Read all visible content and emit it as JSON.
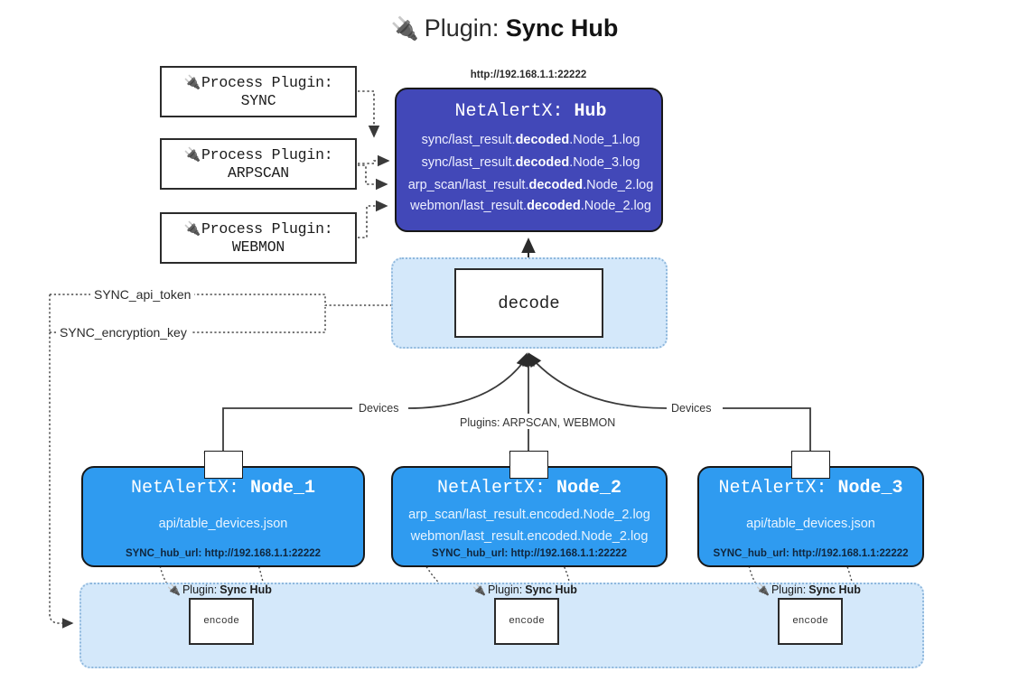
{
  "title": {
    "icon": "plug-icon",
    "prefix": "Plugin:",
    "name": "Sync Hub",
    "glyph": "🔌"
  },
  "process_plugins": [
    {
      "icon": "plug-icon",
      "line1": "Process Plugin:",
      "line2": "SYNC"
    },
    {
      "icon": "plug-icon",
      "line1": "Process Plugin:",
      "line2": "ARPSCAN"
    },
    {
      "icon": "plug-icon",
      "line1": "Process Plugin:",
      "line2": "WEBMON"
    }
  ],
  "hub": {
    "url": "http://192.168.1.1:22222",
    "app": "NetAlertX:",
    "name": "Hub",
    "rows": [
      {
        "pre": "sync/last_result.",
        "em": "decoded",
        "post": ".Node_1.log"
      },
      {
        "pre": "sync/last_result.",
        "em": "decoded",
        "post": ".Node_3.log"
      },
      {
        "pre": "arp_scan/last_result.",
        "em": "decoded",
        "post": ".Node_2.log"
      },
      {
        "pre": "webmon/last_result.",
        "em": "decoded",
        "post": ".Node_2.log"
      }
    ]
  },
  "decode": {
    "label": "decode"
  },
  "keys": {
    "api_token": "SYNC_api_token",
    "encryption_key": "SYNC_encryption_key"
  },
  "edge_labels": {
    "devices_left": "Devices",
    "devices_right": "Devices",
    "plugins_center": "Plugins: ARPSCAN, WEBMON"
  },
  "nodes": [
    {
      "app": "NetAlertX:",
      "name": "Node_1",
      "lines": [
        "api/table_devices.json"
      ],
      "url_key": "SYNC_hub_url:",
      "url_value": "http://192.168.1.1:22222",
      "envelope": "envelope-icon"
    },
    {
      "app": "NetAlertX:",
      "name": "Node_2",
      "lines": [
        "arp_scan/last_result.encoded.Node_2.log",
        "webmon/last_result.encoded.Node_2.log"
      ],
      "url_key": "SYNC_hub_url:",
      "url_value": "http://192.168.1.1:22222",
      "envelope": "envelope-icon"
    },
    {
      "app": "NetAlertX:",
      "name": "Node_3",
      "lines": [
        "api/table_devices.json"
      ],
      "url_key": "SYNC_hub_url:",
      "url_value": "http://192.168.1.1:22222",
      "envelope": "envelope-icon"
    }
  ],
  "encoders": [
    {
      "caption_prefix": "Plugin:",
      "caption_name": "Sync Hub",
      "label": "encode",
      "icon": "plug-icon"
    },
    {
      "caption_prefix": "Plugin:",
      "caption_name": "Sync Hub",
      "label": "encode",
      "icon": "plug-icon"
    },
    {
      "caption_prefix": "Plugin:",
      "caption_name": "Sync Hub",
      "label": "encode",
      "icon": "plug-icon"
    }
  ],
  "colors": {
    "hub": "#4248b8",
    "node": "#2f9bf0",
    "band": "#d4e8fa",
    "band_border": "#8fb8dd",
    "stroke": "#2b2b2b",
    "background": "#ffffff"
  }
}
